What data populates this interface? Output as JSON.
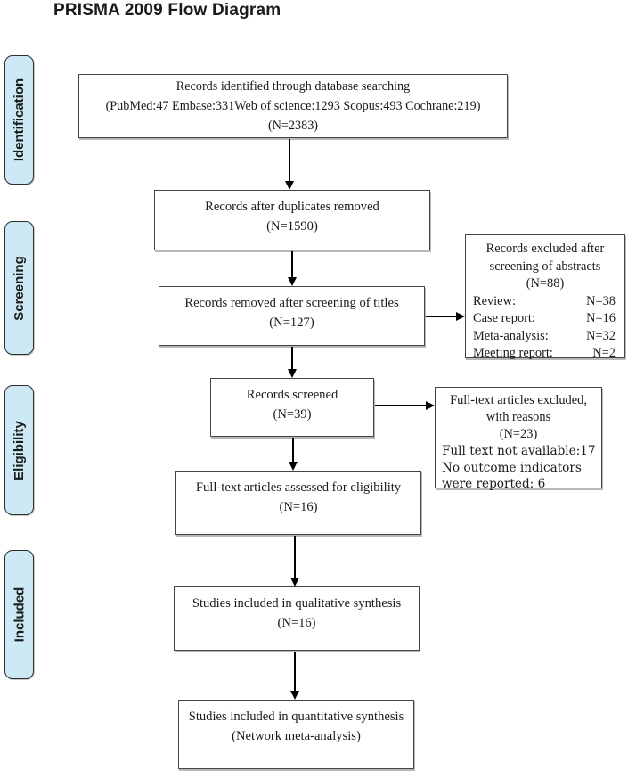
{
  "title": "PRISMA 2009 Flow Diagram",
  "stages": [
    {
      "label": "Identification"
    },
    {
      "label": "Screening"
    },
    {
      "label": "Eligibility"
    },
    {
      "label": "Included"
    }
  ],
  "flow_boxes": {
    "identified": {
      "line1": "Records identified through database searching",
      "line2": "(PubMed:47 Embase:331Web of science:1293 Scopus:493 Cochrane:219)",
      "line3": "(N=2383)"
    },
    "duplicates_removed": {
      "line1": "Records after duplicates removed",
      "line2": "(N=1590)"
    },
    "titles_removed": {
      "line1": "Records removed after screening of titles",
      "line2": "(N=127)"
    },
    "records_screened": {
      "line1": "Records screened",
      "line2": "(N=39)"
    },
    "fulltext_assessed": {
      "line1": "Full-text articles assessed for eligibility",
      "line2": "(N=16)"
    },
    "qualitative": {
      "line1": "Studies included in qualitative synthesis",
      "line2": "(N=16)"
    },
    "quantitative": {
      "line1": "Studies included in quantitative synthesis",
      "line2": "(Network meta-analysis)"
    }
  },
  "excluded_abstracts": {
    "line1": "Records excluded after",
    "line2": "screening of abstracts",
    "line3": "(N=88)",
    "reasons": [
      {
        "label": "Review:",
        "value": "N=38"
      },
      {
        "label": "Case report:",
        "value": "N=16"
      },
      {
        "label": "Meta-analysis:",
        "value": "N=32"
      },
      {
        "label": "Meeting report:",
        "value": "N=2"
      }
    ]
  },
  "excluded_fulltext": {
    "line1": "Full-text articles excluded,",
    "line2": "with reasons",
    "line3": "(N=23)",
    "detail1": "Full text not available:17",
    "detail2": "No outcome indicators",
    "detail3": "were reported: 6"
  },
  "colors": {
    "stage_fill": "#cde9f6",
    "box_border": "#454545",
    "arrow": "#000000"
  }
}
